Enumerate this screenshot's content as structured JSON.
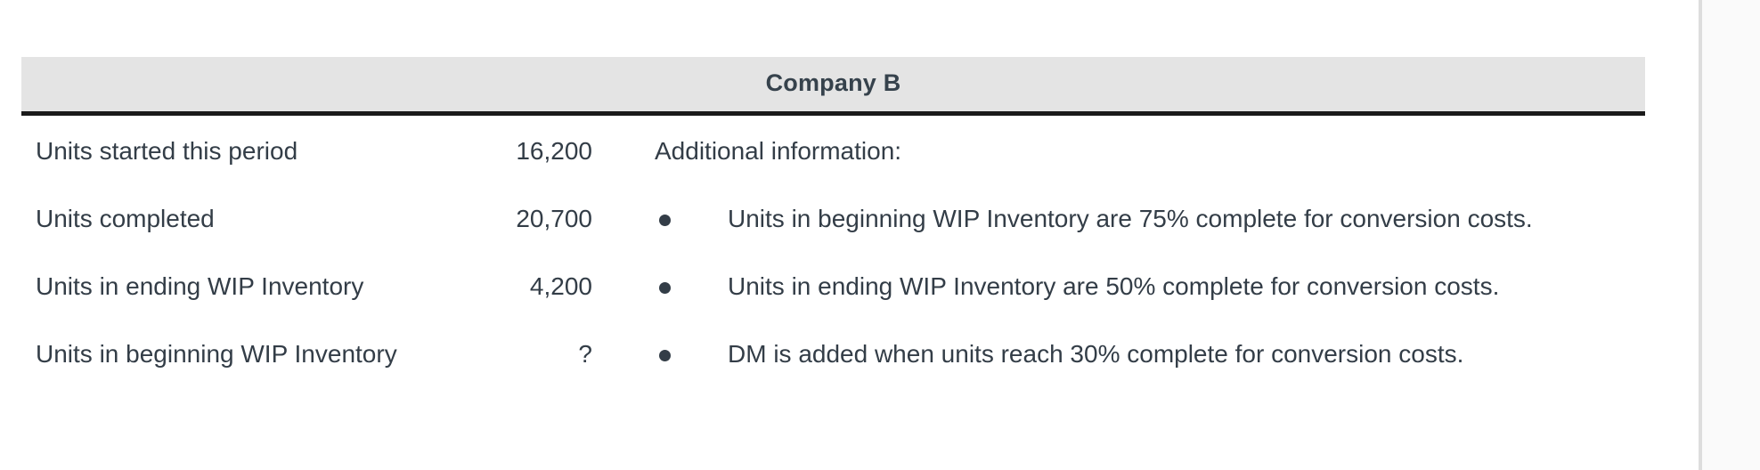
{
  "header": {
    "title": "Company B"
  },
  "table": {
    "rows": [
      {
        "label": "Units started this period",
        "value": "16,200"
      },
      {
        "label": "Units completed",
        "value": "20,700"
      },
      {
        "label": "Units in ending WIP Inventory",
        "value": "4,200"
      },
      {
        "label": "Units in beginning WIP Inventory",
        "value": "?"
      }
    ]
  },
  "notes": {
    "title": "Additional information:",
    "bullet_glyph": "bullet-point-icon",
    "items": [
      "Units in beginning WIP Inventory are 75% complete for conversion costs.",
      "Units in ending WIP Inventory are 50% complete for conversion costs.",
      "DM is added when units reach 30% complete for conversion costs."
    ]
  },
  "colors": {
    "text": "#333d47",
    "header_band": "#e4e4e4",
    "header_rule": "#1a1a1a",
    "page_background": "#ffffff",
    "gutter_background": "#fafafa",
    "divider": "#dddddd"
  }
}
